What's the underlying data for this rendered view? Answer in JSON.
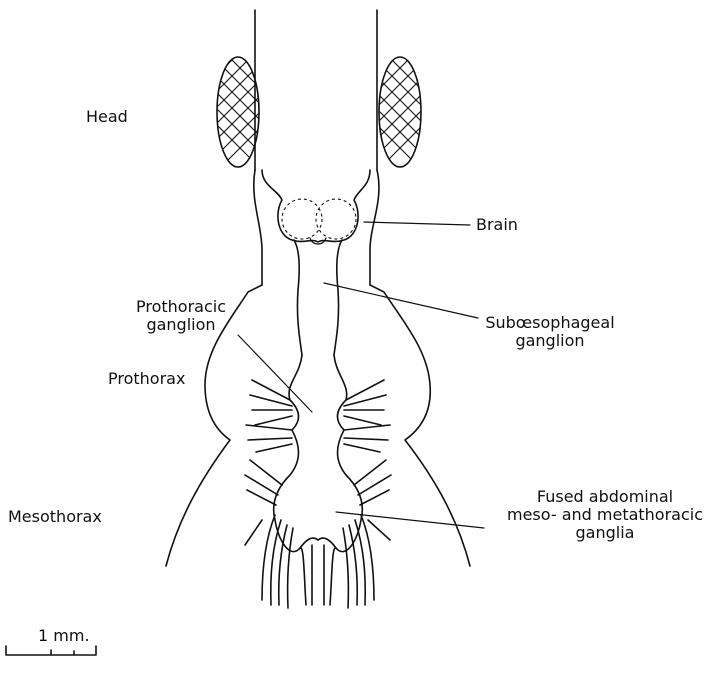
{
  "labels": {
    "head": "Head",
    "brain": "Brain",
    "prothoracic_ganglion_line1": "Prothoracic",
    "prothoracic_ganglion_line2": "ganglion",
    "suboesophageal_line1": "Subœsophageal",
    "suboesophageal_line2": "ganglion",
    "prothorax": "Prothorax",
    "mesothorax": "Mesothorax",
    "fused_line1": "Fused abdominal",
    "fused_line2": "meso- and metathoracic",
    "fused_line3": "ganglia"
  },
  "scale_bar": {
    "label": "1 mm."
  }
}
